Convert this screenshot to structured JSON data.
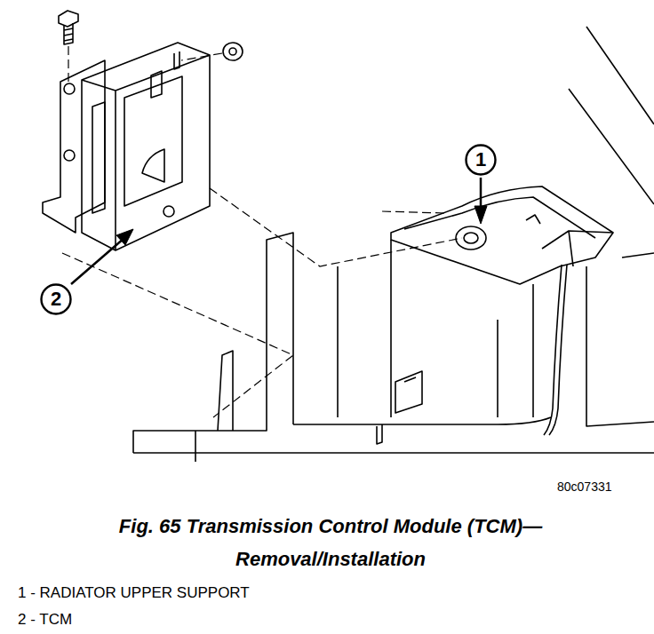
{
  "diagram": {
    "caption": "Fig. 65 Transmission Control Module (TCM)— Removal/Installation",
    "nodes": [
      {
        "text": [
          "1"
        ]
      },
      {
        "text": [
          "2"
        ]
      }
    ],
    "labels": [
      "80c07331",
      "1 - RADIATOR UPPER SUPPORT",
      "2 - TCM"
    ]
  }
}
